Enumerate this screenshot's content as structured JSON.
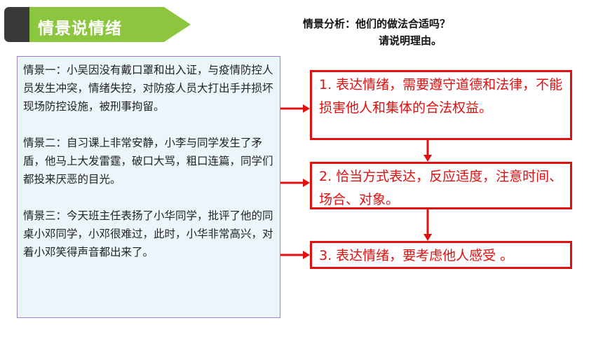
{
  "title": "情景说情绪",
  "question": {
    "line1": "情景分析：他们的做法合适吗？",
    "line2": "请说明理由。"
  },
  "scenarios": [
    "情景一：小吴因没有戴口罩和出入证，与疫情防控人员发生冲突，情绪失控，对防疫人员大打出手并损坏现场防控设施，被刑事拘留。",
    "情景二：自习课上非常安静，小李与同学发生了矛盾，他马上大发雷霆，破口大骂，粗口连篇，同学们都投来厌恶的目光。",
    "情景三：今天班主任表扬了小华同学，批评了他的同桌小邓同学，小邓很难过，此时，小华非常高兴，对着小邓笑得声音都出来了。"
  ],
  "points": [
    "1. 表达情绪，需要遵守道德和法律，不能损害他人和集体的合法权益。",
    "2. 恰当方式表达，反应适度，注意时间、场合、对象。",
    "3. 表达情绪，要考虑他人感受 。"
  ],
  "colors": {
    "banner_dark": "#3a3a3a",
    "banner_green": "#8cc63f",
    "accent_red": "#e01010",
    "box_border": "#9b7fd0",
    "box_fill": "#eaf6fa"
  }
}
